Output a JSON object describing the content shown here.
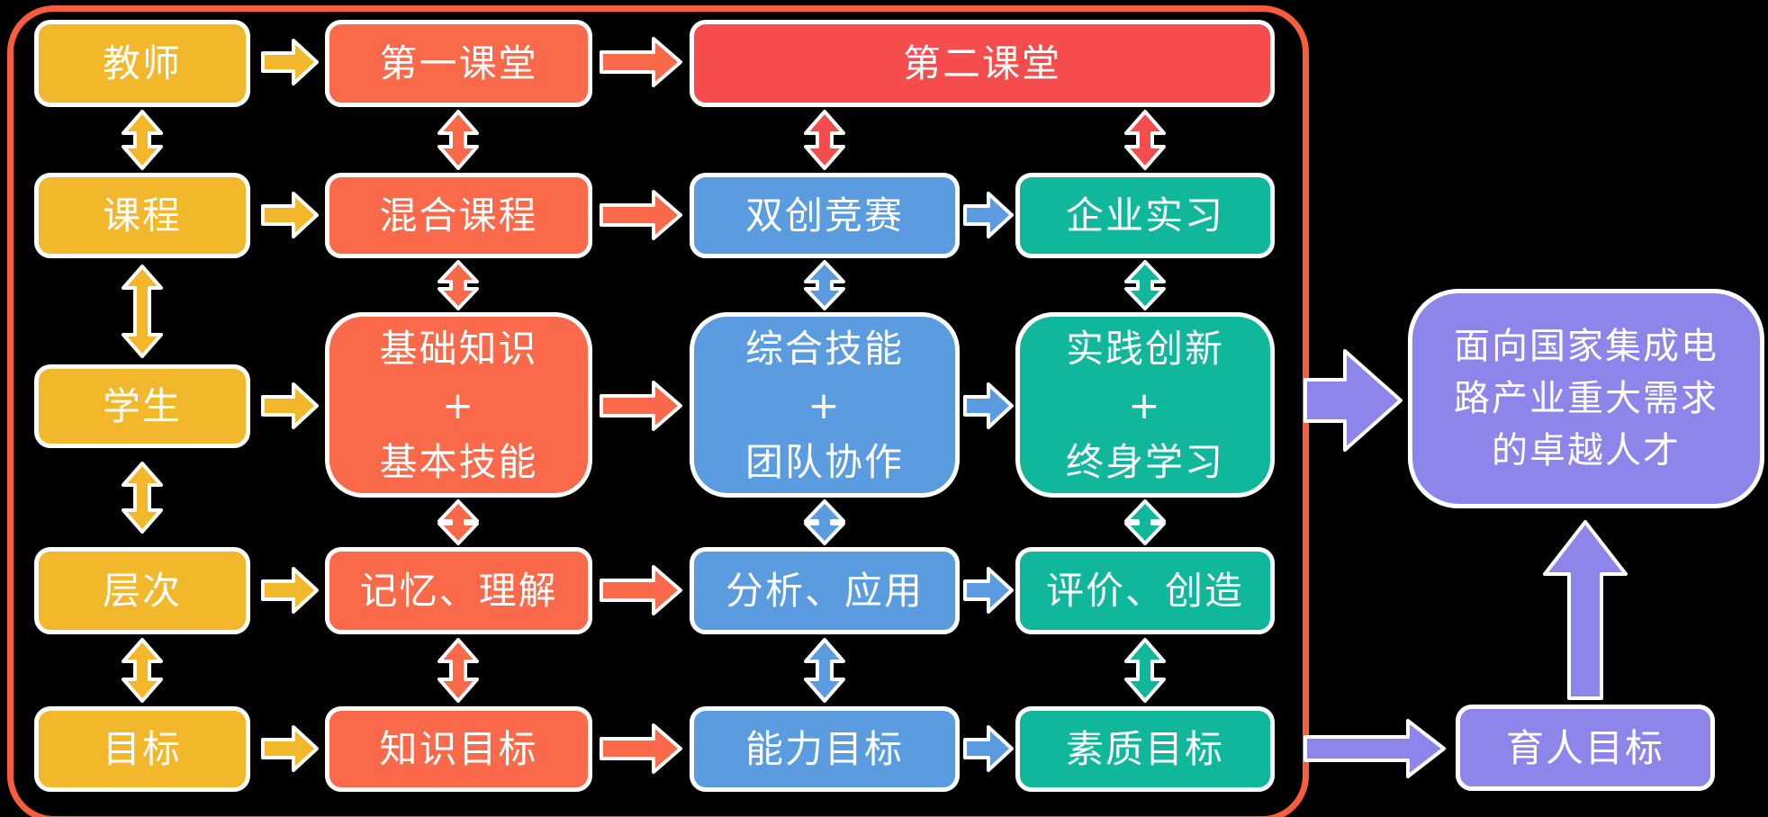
{
  "colors": {
    "yellow": "#F2B72A",
    "orange": "#F9694A",
    "red": "#F54C4E",
    "blue": "#5B9BE0",
    "green": "#11B79A",
    "purple": "#8D85EA",
    "frame": "#FA5D3B",
    "background": "#000000",
    "outline": "#FFFFFF"
  },
  "nodes": {
    "teacher": "教师",
    "course": "课程",
    "student": "学生",
    "level": "层次",
    "goal": "目标",
    "first_classroom": "第一课堂",
    "blended_course": "混合课程",
    "basic_knowledge": "基础知识\n+\n基本技能",
    "memory_understanding": "记忆、理解",
    "knowledge_goal": "知识目标",
    "second_classroom": "第二课堂",
    "dual_innovation": "双创竞赛",
    "comprehensive_skills": "综合技能\n+\n团队协作",
    "analysis_application": "分析、应用",
    "ability_goal": "能力目标",
    "enterprise_internship": "企业实习",
    "practice_innovation": "实践创新\n+\n终身学习",
    "evaluation_creation": "评价、创造",
    "quality_goal": "素质目标",
    "talent_vision": "面向国家集成电\n路产业重大需求\n的卓越人才",
    "education_goal": "育人目标"
  }
}
